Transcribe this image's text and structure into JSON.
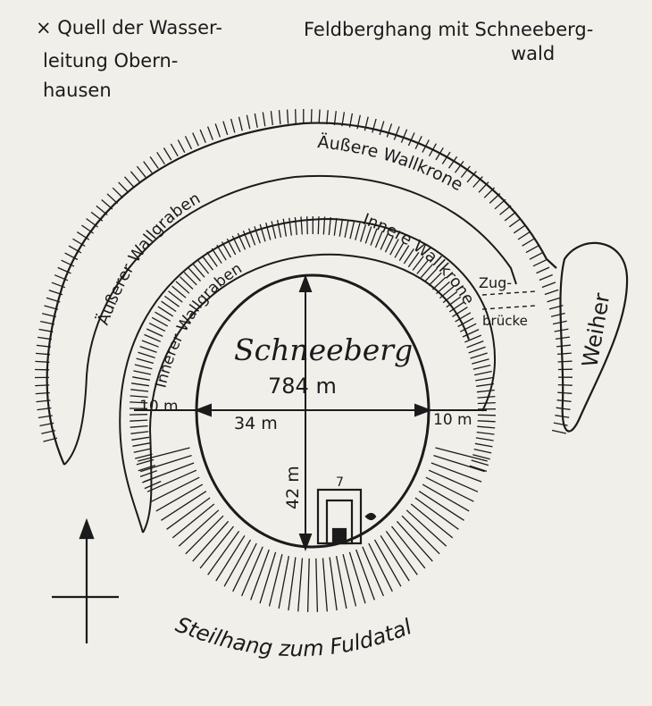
{
  "note_quell": {
    "lines": [
      "× Quell der Wasser-",
      "leitung Obern-",
      "hausen"
    ]
  },
  "title_topright": {
    "lines": [
      "Feldberghang mit Schneeberg-",
      "wald"
    ]
  },
  "summit": {
    "name": "Schneeberg",
    "elevation": "784 m"
  },
  "labels": {
    "outer_crest": "Äußere Wallkrone",
    "inner_crest": "Innere Wallkrone",
    "outer_ditch": "Äußerer Wallgraben",
    "inner_ditch": "Innerer Wallgraben",
    "bridge_1": "Zug-",
    "bridge_2": "brücke",
    "pond": "Weiher",
    "slope": "Steilhang zum Fuldatal",
    "tower_mark": "7"
  },
  "dimensions": {
    "left_width": "10 m",
    "right_width": "10 m",
    "inner_width": "34 m",
    "inner_height": "42 m"
  },
  "colors": {
    "ink": "#1b1b1b",
    "paper": "#f1efea"
  }
}
